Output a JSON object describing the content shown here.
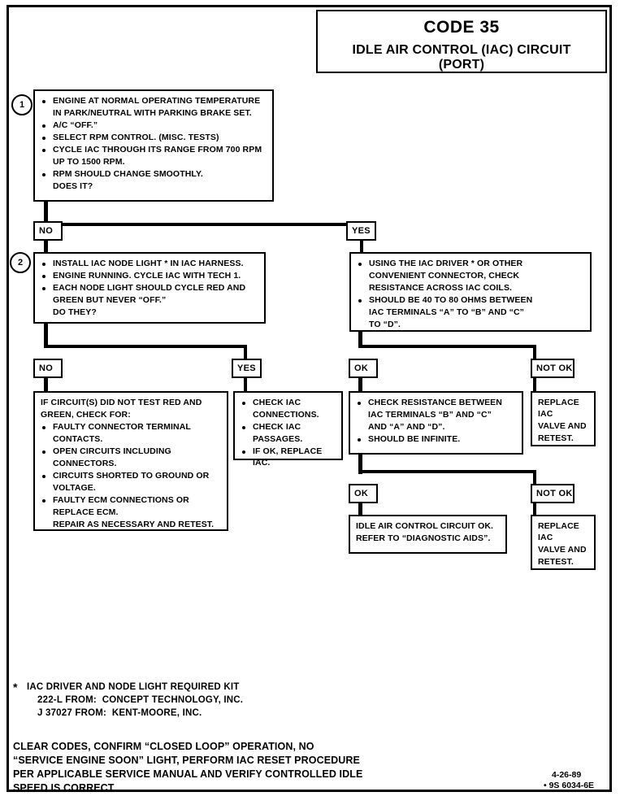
{
  "title": {
    "code": "CODE 35",
    "subtitle_line1": "IDLE AIR CONTROL (IAC) CIRCUIT",
    "subtitle_line2": "(PORT)"
  },
  "steps": {
    "step1_number": "1",
    "step2_number": "2"
  },
  "boxes": {
    "step1": {
      "bullets": [
        "ENGINE AT NORMAL OPERATING TEMPERATURE",
        "A/C “OFF.”",
        "SELECT RPM CONTROL.  (MISC. TESTS)",
        "CYCLE IAC THROUGH ITS RANGE FROM 700 RPM",
        "RPM SHOULD CHANGE SMOOTHLY."
      ],
      "cont1": "IN PARK/NEUTRAL WITH PARKING BRAKE SET.",
      "cont2": "UP TO 1500 RPM.",
      "cont3": "DOES IT?"
    },
    "step2": {
      "bullet1": "INSTALL IAC NODE LIGHT * IN IAC HARNESS.",
      "bullet2": "ENGINE RUNNING.  CYCLE IAC WITH TECH 1.",
      "bullet3": "EACH NODE LIGHT SHOULD CYCLE RED AND",
      "cont3": "GREEN BUT NEVER “OFF.”",
      "cont4": "DO THEY?"
    },
    "iac_driver": {
      "bullet1": "USING THE IAC DRIVER * OR OTHER",
      "cont1a": "CONVENIENT CONNECTOR, CHECK",
      "cont1b": "RESISTANCE ACROSS IAC COILS.",
      "bullet2": "SHOULD BE 40 TO 80 OHMS BETWEEN",
      "cont2a": "IAC TERMINALS “A” TO “B” AND “C”",
      "cont2b": "TO “D”."
    },
    "circuit_fail": {
      "head1": "IF CIRCUIT(S) DID NOT TEST RED AND",
      "head2": "GREEN, CHECK FOR:",
      "bullet1": "FAULTY CONNECTOR TERMINAL",
      "cont1": "CONTACTS.",
      "bullet2": "OPEN CIRCUITS INCLUDING",
      "cont2": "CONNECTORS.",
      "bullet3": "CIRCUITS SHORTED TO GROUND OR",
      "cont3": "VOLTAGE.",
      "bullet4": "FAULTY ECM CONNECTIONS OR",
      "cont4": "REPLACE ECM.",
      "tail": "REPAIR AS NECESSARY AND RETEST."
    },
    "check_iac": {
      "bullet1": "CHECK IAC",
      "cont1": "CONNECTIONS.",
      "bullet2": "CHECK IAC",
      "cont2": "PASSAGES.",
      "bullet3": "IF OK, REPLACE IAC."
    },
    "check_resistance": {
      "bullet1": "CHECK RESISTANCE BETWEEN",
      "cont1a": "IAC TERMINALS “B” AND “C”",
      "cont1b": "AND “A” AND “D”.",
      "bullet2": "SHOULD BE INFINITE."
    },
    "replace_iac_top": {
      "line1": "REPLACE IAC",
      "line2": "VALVE AND",
      "line3": "RETEST."
    },
    "replace_iac_bottom": {
      "line1": "REPLACE IAC",
      "line2": "VALVE AND",
      "line3": "RETEST."
    },
    "circuit_ok": {
      "line1": "IDLE AIR CONTROL CIRCUIT OK.",
      "line2": "REFER TO “DIAGNOSTIC AIDS”."
    }
  },
  "decisions": {
    "no_1": "NO",
    "yes_1": "YES",
    "no_2": "NO",
    "yes_2": "YES",
    "ok_1": "OK",
    "not_ok_1": "NOT OK",
    "ok_2": "OK",
    "not_ok_2": "NOT OK"
  },
  "footnote": {
    "star": "*",
    "line1": "IAC DRIVER AND NODE LIGHT REQUIRED KIT",
    "line2": "222-L FROM:  CONCEPT TECHNOLOGY, INC.",
    "line3": "J 37027 FROM:  KENT-MOORE, INC."
  },
  "footer": {
    "line1": "CLEAR CODES, CONFIRM “CLOSED LOOP” OPERATION, NO",
    "line2": "“SERVICE ENGINE SOON” LIGHT, PERFORM IAC RESET PROCEDURE",
    "line3": "PER APPLICABLE SERVICE MANUAL AND VERIFY CONTROLLED IDLE",
    "line4": "SPEED IS CORRECT."
  },
  "doc_code": {
    "date": "4-26-89",
    "part": "• 9S 6034-6E"
  }
}
